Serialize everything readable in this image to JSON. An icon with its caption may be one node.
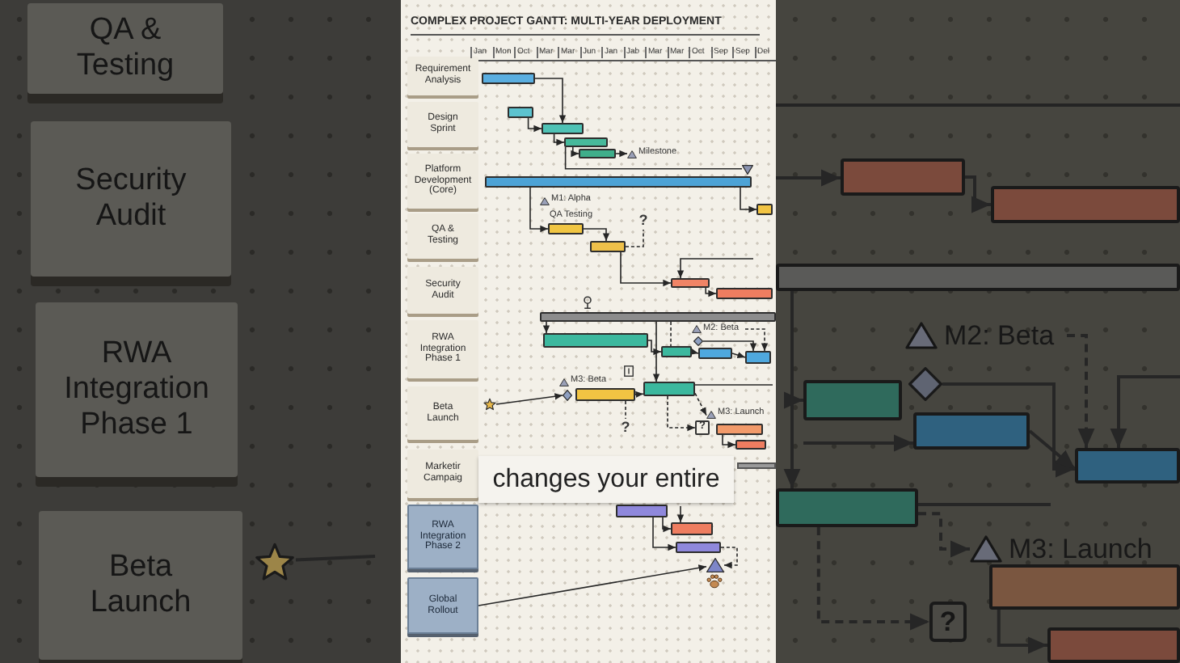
{
  "diagram": {
    "title": "COMPLEX PROJECT GANTT: MULTI-YEAR DEPLOYMENT",
    "caption": "changes your entire",
    "nodes": [
      {
        "text": [
          "Requirement Analysis"
        ]
      },
      {
        "text": [
          "Design Sprint"
        ]
      },
      {
        "text": [
          "Platform Development (Core)"
        ]
      },
      {
        "text": [
          "QA & Testing"
        ]
      },
      {
        "text": [
          "Security Audit"
        ]
      },
      {
        "text": [
          "RWA Integration Phase 1"
        ]
      },
      {
        "text": [
          "Beta Launch"
        ]
      },
      {
        "text": [
          "Marketir Campaig"
        ]
      },
      {
        "text": [
          "RWA Integration Phase 2"
        ]
      },
      {
        "text": [
          "Global Rollout"
        ]
      },
      {
        "text": [],
        "shape": "bar"
      },
      {
        "text": [],
        "shape": "bar"
      },
      {
        "text": [],
        "shape": "bar"
      },
      {
        "text": [],
        "shape": "bar"
      },
      {
        "text": [],
        "shape": "bar"
      },
      {
        "text": [
          "Milestone"
        ]
      },
      {
        "text": [],
        "shape": "bar"
      },
      {
        "text": [],
        "shape": "triangle"
      },
      {
        "text": [],
        "shape": "bar"
      },
      {
        "text": [],
        "shape": "bar"
      },
      {
        "text": [],
        "shape": "bar"
      },
      {
        "text": [
          "?"
        ]
      },
      {
        "text": [],
        "shape": "bar"
      },
      {
        "text": [],
        "shape": "bar"
      },
      {
        "text": [],
        "shape": "bar"
      },
      {
        "text": [],
        "shape": "bar"
      },
      {
        "text": [],
        "shape": "bar"
      },
      {
        "text": [
          "M2: Beta"
        ]
      },
      {
        "text": [],
        "shape": "diamond"
      },
      {
        "text": [],
        "shape": "bar"
      },
      {
        "text": [],
        "shape": "bar"
      },
      {
        "text": [],
        "shape": "star"
      },
      {
        "text": [],
        "shape": "diamond"
      },
      {
        "text": [],
        "shape": "bar"
      },
      {
        "text": [],
        "shape": "bar"
      },
      {
        "text": [
          "M3: Launch"
        ]
      },
      {
        "text": [
          "?"
        ]
      },
      {
        "text": [
          "?"
        ]
      },
      {
        "text": [],
        "shape": "bar"
      },
      {
        "text": [],
        "shape": "bar"
      },
      {
        "text": [],
        "shape": "bar"
      },
      {
        "text": [],
        "shape": "bar"
      },
      {
        "text": [],
        "shape": "bar"
      },
      {
        "text": [],
        "shape": "triangle"
      },
      {
        "text": [
          "QA & Testing"
        ]
      },
      {
        "text": [
          "Security Audit"
        ]
      },
      {
        "text": [
          "RWA Integration Phase 1"
        ]
      },
      {
        "text": [
          "Beta Launch"
        ]
      },
      {
        "text": [],
        "shape": "star"
      },
      {
        "text": [],
        "shape": "bar"
      },
      {
        "text": [],
        "shape": "bar"
      },
      {
        "text": [],
        "shape": "bar"
      },
      {
        "text": [
          "M2: Beta"
        ]
      },
      {
        "text": [],
        "shape": "diamond"
      },
      {
        "text": [],
        "shape": "bar"
      },
      {
        "text": [],
        "shape": "bar"
      },
      {
        "text": [],
        "shape": "bar"
      },
      {
        "text": [],
        "shape": "bar"
      },
      {
        "text": [
          "M3: Launch"
        ]
      },
      {
        "text": [
          "?"
        ]
      },
      {
        "text": [],
        "shape": "bar"
      },
      {
        "text": [],
        "shape": "bar"
      }
    ],
    "edges": [
      {
        "from": 10,
        "to": 12,
        "arrow": "to"
      },
      {
        "from": 11,
        "to": 12,
        "arrow": "to"
      },
      {
        "from": 12,
        "to": 13,
        "arrow": "to"
      },
      {
        "from": 13,
        "to": 14,
        "arrow": "to"
      },
      {
        "from": 14,
        "to": 15,
        "arrow": "to"
      },
      {
        "from": 13,
        "to": 17,
        "arrow": "none"
      },
      {
        "from": 16,
        "to": 18,
        "arrow": "to"
      },
      {
        "from": 16,
        "to": 19,
        "arrow": "to"
      },
      {
        "from": 19,
        "to": 20,
        "arrow": "to"
      },
      {
        "from": 20,
        "to": 21,
        "arrow": "none",
        "style": "dashed"
      },
      {
        "from": 20,
        "to": 22,
        "arrow": "to"
      },
      {
        "from": null,
        "to": 22,
        "arrow": "to"
      },
      {
        "from": 22,
        "to": 23,
        "arrow": "to"
      },
      {
        "from": 24,
        "to": 25,
        "arrow": "to"
      },
      {
        "from": 25,
        "to": 26,
        "arrow": "to"
      },
      {
        "from": 24,
        "to": 26,
        "arrow": "none",
        "style": "dashed"
      },
      {
        "from": 26,
        "to": 29,
        "arrow": "to"
      },
      {
        "from": 27,
        "to": 30,
        "arrow": "to",
        "style": "dashed"
      },
      {
        "from": 28,
        "to": 30,
        "arrow": "to"
      },
      {
        "from": 29,
        "to": 30,
        "arrow": "to"
      },
      {
        "from": 24,
        "to": 34,
        "arrow": "to"
      },
      {
        "from": 31,
        "to": 32,
        "arrow": "to"
      },
      {
        "from": 33,
        "to": 34,
        "arrow": "to"
      },
      {
        "from": 34,
        "to": 35,
        "arrow": "to",
        "style": "dashed"
      },
      {
        "from": 33,
        "to": 36,
        "arrow": "none",
        "style": "dashed"
      },
      {
        "from": 34,
        "to": 37,
        "arrow": "to",
        "style": "dashed"
      },
      {
        "from": 34,
        "to": null,
        "arrow": "none"
      },
      {
        "from": 38,
        "to": 39,
        "arrow": "to"
      },
      {
        "from": 40,
        "to": 41,
        "arrow": "to"
      },
      {
        "from": 40,
        "to": 42,
        "arrow": "to"
      },
      {
        "from": null,
        "to": 41,
        "arrow": "to"
      },
      {
        "from": 42,
        "to": 43,
        "arrow": "to",
        "style": "dashed"
      },
      {
        "from": 9,
        "to": 43,
        "arrow": "to"
      },
      {
        "from": 48,
        "to": null,
        "arrow": "none"
      },
      {
        "from": null,
        "to": 49,
        "arrow": "to"
      },
      {
        "from": 49,
        "to": 50,
        "arrow": "to"
      },
      {
        "from": 52,
        "to": 56,
        "arrow": "to",
        "style": "dashed"
      },
      {
        "from": 53,
        "to": 56,
        "arrow": "to"
      },
      {
        "from": 55,
        "to": 56,
        "arrow": "to"
      },
      {
        "from": null,
        "to": 54,
        "arrow": "to"
      },
      {
        "from": null,
        "to": 55,
        "arrow": "to"
      },
      {
        "from": 51,
        "to": 57,
        "arrow": "to"
      },
      {
        "from": null,
        "to": 56,
        "arrow": "to"
      },
      {
        "from": 57,
        "to": 58,
        "arrow": "to",
        "style": "dashed"
      },
      {
        "from": 57,
        "to": 59,
        "arrow": "to",
        "style": "dashed"
      },
      {
        "from": 57,
        "to": null,
        "arrow": "none"
      },
      {
        "from": 60,
        "to": 61,
        "arrow": "to"
      }
    ],
    "labels": [
      "Jan",
      "Mon",
      "Oct",
      "Mar",
      "Mar",
      "Jun",
      "Jan",
      "Jab",
      "Mar",
      "Mar",
      "Oct",
      "Sep",
      "Sep",
      "Del",
      "M1: Alpha",
      "QA Testing",
      "M3: Beta"
    ]
  }
}
